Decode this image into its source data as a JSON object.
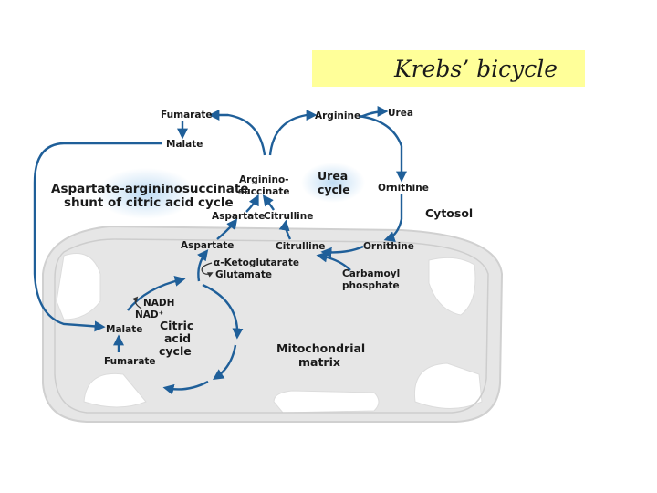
{
  "title": "Krebs’ bicycle",
  "labels": {
    "fumarate_top": "Fumarate",
    "malate_top": "Malate",
    "shunt_line1": "Aspartate-argininosuccinate",
    "shunt_line2": "shunt of citric acid cycle",
    "argininosuccinate_line1": "Arginino-",
    "argininosuccinate_line2": "succinate",
    "arginine": "Arginine",
    "urea": "Urea",
    "urea_cycle_line1": "Urea",
    "urea_cycle_line2": "cycle",
    "ornithine_cytosol": "Ornithine",
    "cytosol": "Cytosol",
    "aspartate_cytosol": "Aspartate",
    "citrulline_cytosol": "Citrulline",
    "aspartate_matrix": "Aspartate",
    "citrulline_matrix": "Citrulline",
    "ornithine_matrix": "Ornithine",
    "ketoglutarate": "α-Ketoglutarate",
    "glutamate": "Glutamate",
    "carbamoyl_line1": "Carbamoyl",
    "carbamoyl_line2": "phosphate",
    "nadh": "NADH",
    "nad": "NAD⁺",
    "malate_matrix": "Malate",
    "fumarate_matrix": "Fumarate",
    "citric_line1": "Citric",
    "citric_line2": "acid",
    "citric_line3": "cycle",
    "mito_line1": "Mitochondrial",
    "mito_line2": "matrix"
  },
  "colors": {
    "arrow": "#1f5f99",
    "mito_outer": "#e6e6e6",
    "mito_inner": "#d4d4d4",
    "title_bg": "#ffff99"
  }
}
